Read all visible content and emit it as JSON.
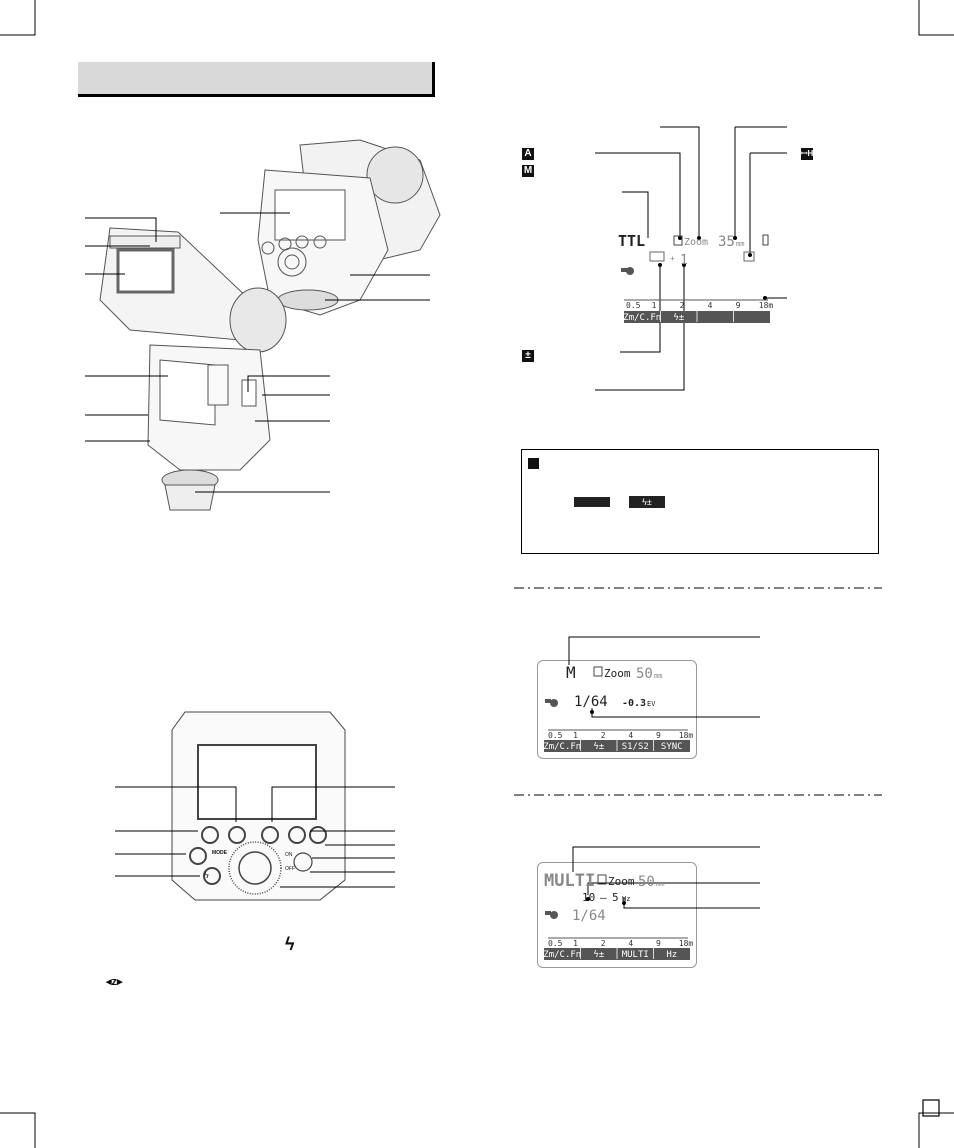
{
  "header_bar": {
    "bg": "#d9d9d9"
  },
  "mode_icons": {
    "auto_badge": "A",
    "manual_badge": "M",
    "hss_badge": "ꟷH",
    "fec_badge": "±"
  },
  "note_box": {
    "icon": "info-icon",
    "flash_tag": "ϟ±"
  },
  "ttl_lcd": {
    "mode": "TTL",
    "zoom_label": "Zoom",
    "zoom_value": "35",
    "zoom_unit": "mm",
    "fec_sign": "+",
    "fec_value": "1",
    "scale": [
      "0.5",
      "1",
      "2",
      "4",
      "9",
      "18m"
    ],
    "softkeys": [
      "Zm/C.Fn",
      "ϟ±",
      "",
      ""
    ]
  },
  "m_lcd": {
    "mode": "M",
    "zoom_label": "Zoom",
    "zoom_value": "50",
    "zoom_unit": "mm",
    "power": "1/64",
    "ev": "-0.3",
    "ev_unit": "EV",
    "scale": [
      "0.5",
      "1",
      "2",
      "4",
      "9",
      "18m"
    ],
    "softkeys": [
      "Zm/C.Fn",
      "ϟ±",
      "S1/S2",
      "SYNC"
    ]
  },
  "multi_lcd": {
    "mode": "MULTI",
    "zoom_label": "Zoom",
    "zoom_value": "50",
    "zoom_unit": "mm",
    "times": "10",
    "hz_value": "5",
    "hz_unit": "Hz",
    "power": "1/64",
    "scale": [
      "0.5",
      "1",
      "2",
      "4",
      "9",
      "18m"
    ],
    "softkeys": [
      "Zm/C.Fn",
      "ϟ±",
      "MULTI",
      "Hz"
    ]
  },
  "back_panel": {
    "mode_label": "MODE",
    "on_label": "ON",
    "off_label": "OFF",
    "flash_glyph": "ϟ"
  },
  "footnote": {
    "flash_glyph": "ϟ",
    "zoom_glyph": "◂z▸"
  }
}
